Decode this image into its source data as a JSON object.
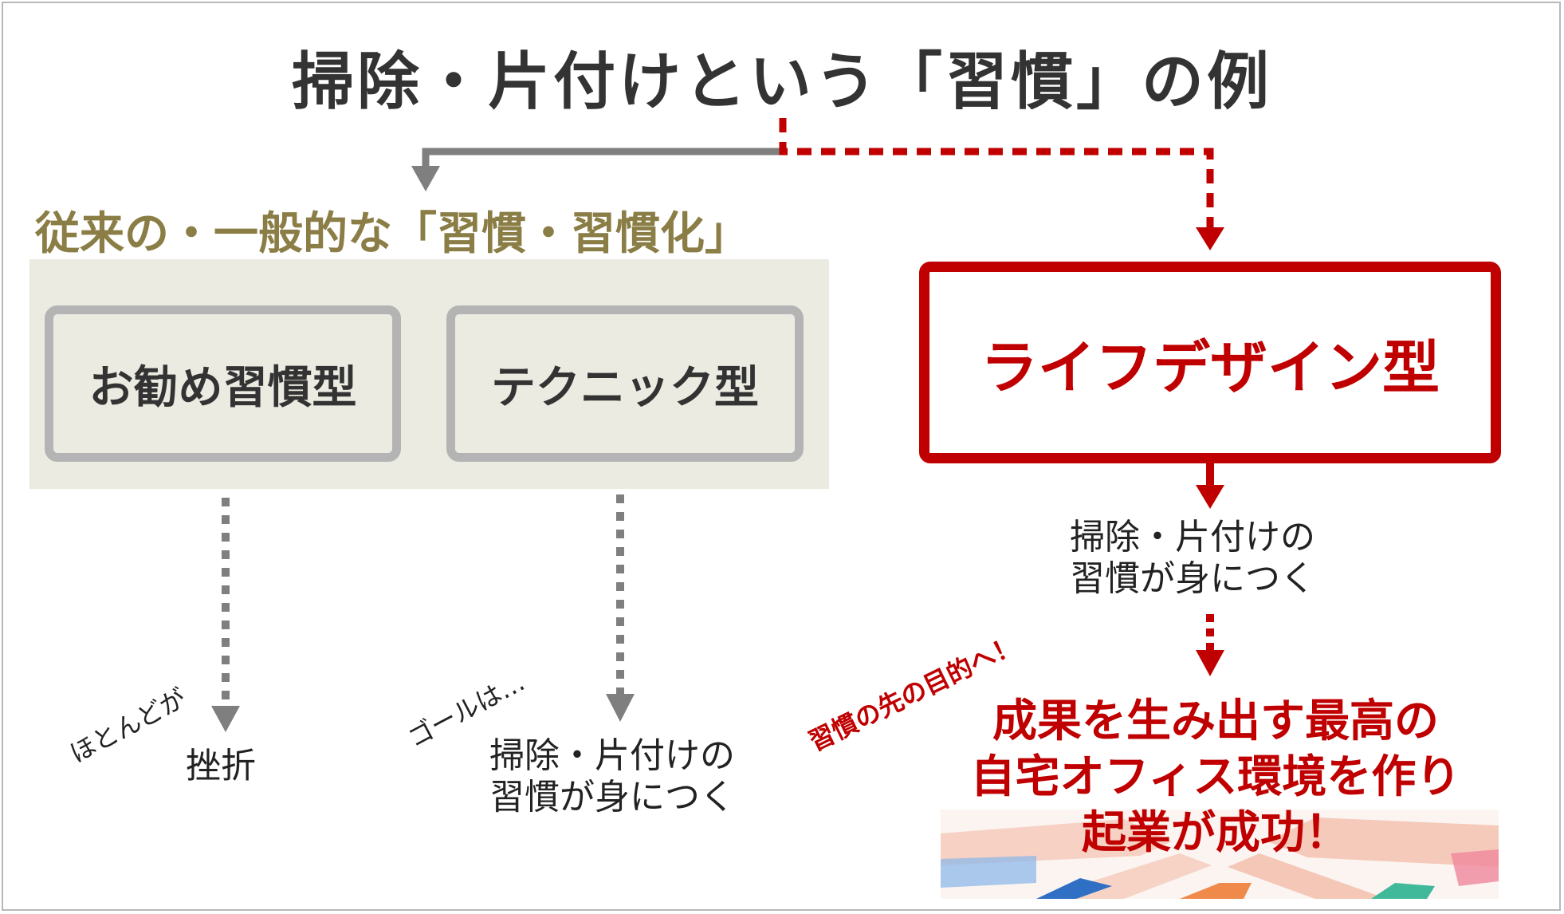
{
  "title": "掃除・片付けという「習慣」の例",
  "section_label": {
    "underlined": "従来の・一般的な",
    "rest": "「習慣・習慣化」"
  },
  "boxes": {
    "recommended": "お勧め習慣型",
    "technique": "テクニック型",
    "life_design": "ライフデザイン型"
  },
  "outcomes": {
    "left_note": "ほとんどが",
    "left_result": "挫折",
    "middle_note": "ゴールは…",
    "middle_result_line1": "掃除・片付けの",
    "middle_result_line2": "習慣が身につく",
    "right_result_line1": "掃除・片付けの",
    "right_result_line2": "習慣が身につく",
    "beyond_note": "習慣の先の目的へ！",
    "final_line1": "成果を生み出す最高の",
    "final_line2": "自宅オフィス環境を作り",
    "final_line3": "起業が成功！"
  },
  "colors": {
    "accent_red": "#c00000",
    "olive": "#8a7d45",
    "gray_border": "#b4b4b4",
    "beige_panel": "#ecebe2",
    "dark_text": "#333333"
  }
}
